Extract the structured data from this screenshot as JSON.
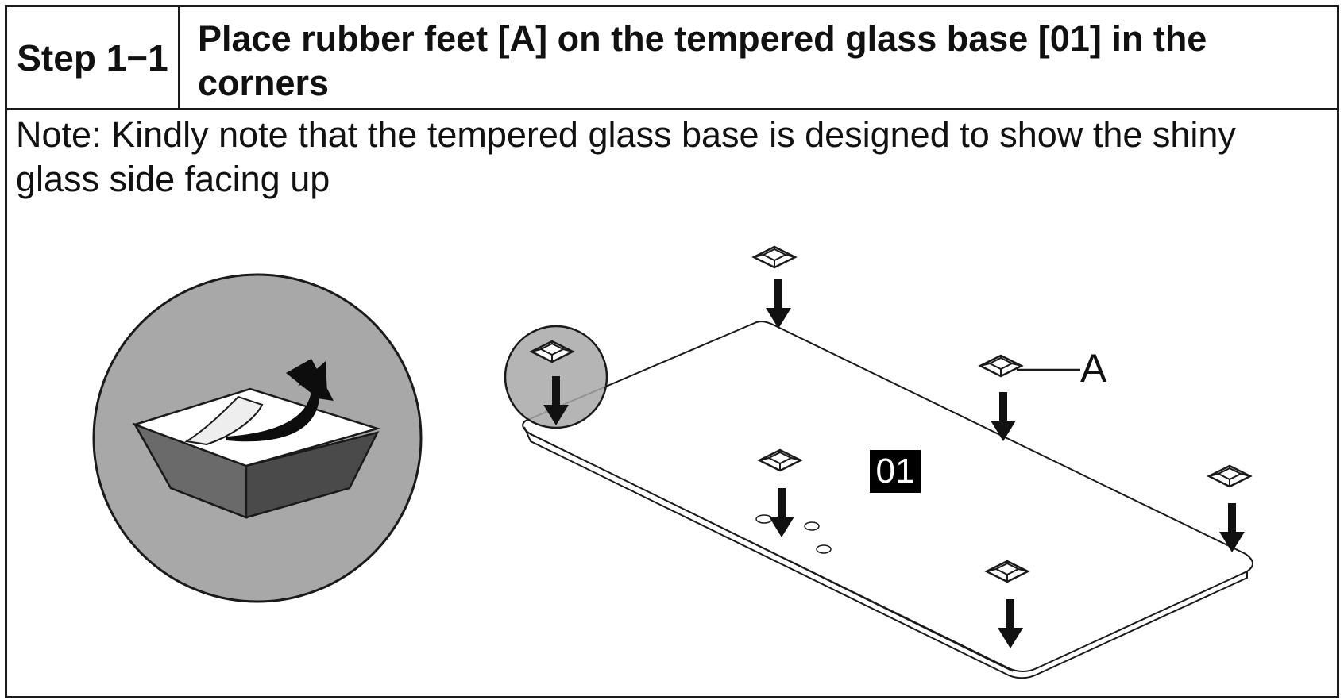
{
  "header": {
    "step": "Step 1−1",
    "title": "Place rubber feet [A] on the tempered glass base [01] in the corners"
  },
  "note": "Note: Kindly note that the tempered glass base is designed to show the shiny glass side facing up",
  "labels": {
    "part_number": "01",
    "callout": "A"
  },
  "colors": {
    "line": "#1a1a1a",
    "circle_fill": "#a8a8a8",
    "foot_dark": "#555555",
    "tag_bg": "#000000"
  },
  "icons": [
    "rubber-foot-icon",
    "down-arrow-icon",
    "peel-arrow-icon"
  ]
}
